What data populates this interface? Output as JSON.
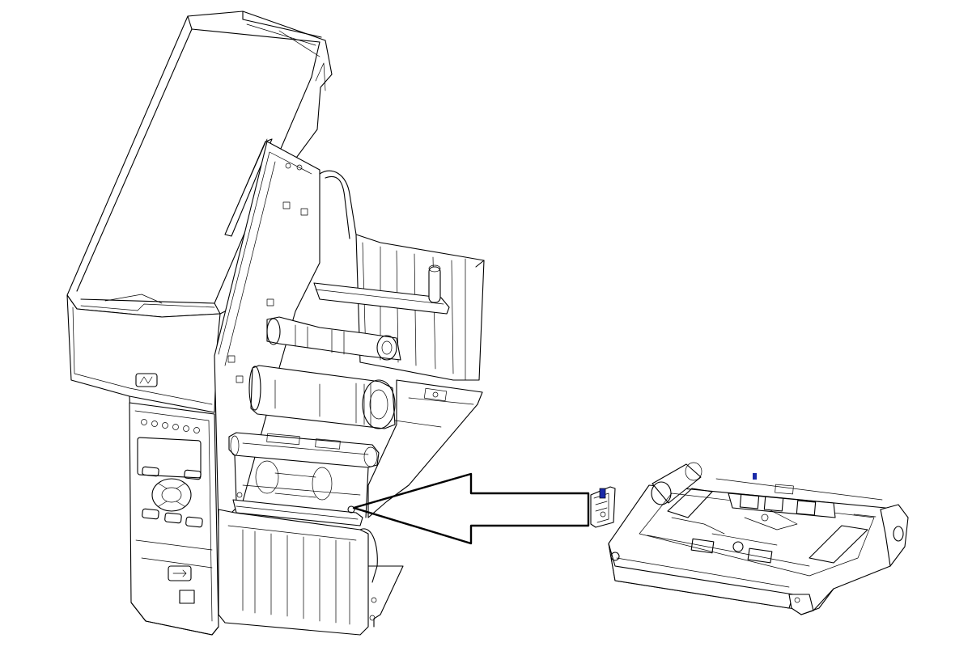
{
  "figure": {
    "background_color": "#ffffff",
    "line_color": "#000000",
    "accent_color": "#1a2aa8",
    "parts": [
      {
        "id": "printer",
        "icon": "industrial-label-printer-open"
      },
      {
        "id": "sensor-clip",
        "icon": "small-bracket-part"
      },
      {
        "id": "printhead-assembly",
        "icon": "printhead-tray-assembly"
      },
      {
        "id": "callout-arrow",
        "icon": "hollow-arrow-left"
      }
    ]
  }
}
